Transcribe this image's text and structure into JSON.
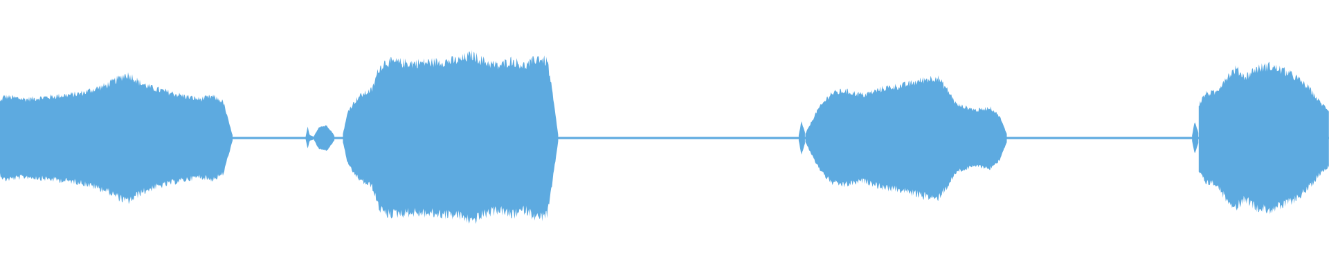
{
  "waveform": {
    "color": "#5DAAE0",
    "background": "#FFFFFF",
    "duration_fraction_domain": [
      0,
      1
    ],
    "amplitude_domain": [
      -1,
      1
    ],
    "segments": [
      {
        "name": "sound-1",
        "start": 0.0,
        "end": 0.175,
        "peak": 0.4,
        "envelope": [
          [
            0.0,
            0.26
          ],
          [
            0.003,
            0.3
          ],
          [
            0.02,
            0.28
          ],
          [
            0.04,
            0.3
          ],
          [
            0.06,
            0.32
          ],
          [
            0.08,
            0.38
          ],
          [
            0.095,
            0.46
          ],
          [
            0.1,
            0.44
          ],
          [
            0.105,
            0.4
          ],
          [
            0.115,
            0.36
          ],
          [
            0.135,
            0.31
          ],
          [
            0.15,
            0.28
          ],
          [
            0.16,
            0.3
          ],
          [
            0.168,
            0.26
          ],
          [
            0.172,
            0.12
          ],
          [
            0.175,
            0.02
          ]
        ]
      },
      {
        "name": "blip-1",
        "start": 0.23,
        "end": 0.236,
        "peak": 0.08,
        "envelope": [
          [
            0.23,
            0.01
          ],
          [
            0.2315,
            0.08
          ],
          [
            0.233,
            0.02
          ],
          [
            0.236,
            0.01
          ]
        ]
      },
      {
        "name": "blip-2",
        "start": 0.236,
        "end": 0.252,
        "peak": 0.09,
        "envelope": [
          [
            0.236,
            0.01
          ],
          [
            0.24,
            0.08
          ],
          [
            0.246,
            0.09
          ],
          [
            0.25,
            0.04
          ],
          [
            0.252,
            0.01
          ]
        ]
      },
      {
        "name": "sound-2",
        "start": 0.258,
        "end": 0.42,
        "peak": 0.6,
        "envelope": [
          [
            0.258,
            0.03
          ],
          [
            0.262,
            0.2
          ],
          [
            0.27,
            0.3
          ],
          [
            0.28,
            0.35
          ],
          [
            0.285,
            0.5
          ],
          [
            0.29,
            0.55
          ],
          [
            0.31,
            0.54
          ],
          [
            0.33,
            0.55
          ],
          [
            0.345,
            0.56
          ],
          [
            0.355,
            0.6
          ],
          [
            0.365,
            0.55
          ],
          [
            0.375,
            0.52
          ],
          [
            0.385,
            0.56
          ],
          [
            0.395,
            0.52
          ],
          [
            0.405,
            0.58
          ],
          [
            0.412,
            0.55
          ],
          [
            0.416,
            0.3
          ],
          [
            0.42,
            0.02
          ]
        ]
      },
      {
        "name": "tick-1",
        "start": 0.601,
        "end": 0.606,
        "peak": 0.12,
        "envelope": [
          [
            0.601,
            0.02
          ],
          [
            0.603,
            0.12
          ],
          [
            0.606,
            0.03
          ]
        ]
      },
      {
        "name": "sound-3",
        "start": 0.606,
        "end": 0.758,
        "peak": 0.44,
        "envelope": [
          [
            0.606,
            0.03
          ],
          [
            0.615,
            0.2
          ],
          [
            0.625,
            0.32
          ],
          [
            0.635,
            0.34
          ],
          [
            0.65,
            0.31
          ],
          [
            0.665,
            0.36
          ],
          [
            0.68,
            0.38
          ],
          [
            0.695,
            0.42
          ],
          [
            0.705,
            0.44
          ],
          [
            0.712,
            0.36
          ],
          [
            0.72,
            0.24
          ],
          [
            0.735,
            0.2
          ],
          [
            0.745,
            0.22
          ],
          [
            0.752,
            0.16
          ],
          [
            0.758,
            0.02
          ]
        ]
      },
      {
        "name": "tick-2",
        "start": 0.897,
        "end": 0.902,
        "peak": 0.12,
        "envelope": [
          [
            0.897,
            0.02
          ],
          [
            0.899,
            0.12
          ],
          [
            0.902,
            0.03
          ]
        ]
      },
      {
        "name": "sound-4",
        "start": 0.902,
        "end": 1.0,
        "peak": 0.53,
        "envelope": [
          [
            0.902,
            0.24
          ],
          [
            0.907,
            0.32
          ],
          [
            0.915,
            0.33
          ],
          [
            0.922,
            0.43
          ],
          [
            0.93,
            0.5
          ],
          [
            0.937,
            0.44
          ],
          [
            0.945,
            0.5
          ],
          [
            0.955,
            0.52
          ],
          [
            0.965,
            0.49
          ],
          [
            0.975,
            0.44
          ],
          [
            0.985,
            0.36
          ],
          [
            0.993,
            0.26
          ],
          [
            1.0,
            0.2
          ]
        ]
      }
    ],
    "baseline_level": 0.008
  }
}
